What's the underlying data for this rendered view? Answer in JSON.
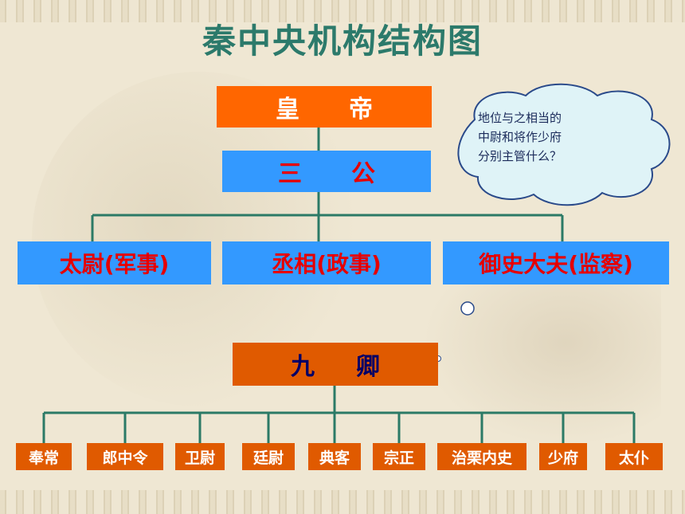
{
  "title": "秦中央机构结构图",
  "emperor": "皇帝",
  "sangong": "三公",
  "gong": [
    "太尉(军事)",
    "丞相(政事)",
    "御史大夫(监察)"
  ],
  "jiuqing": "九卿",
  "qing": [
    "奉常",
    "郎中令",
    "卫尉",
    "廷尉",
    "典客",
    "宗正",
    "治栗内史",
    "少府",
    "太仆"
  ],
  "bubble": [
    "地位与之相当的",
    "中尉和将作少府",
    "分别主管什么？"
  ],
  "colors": {
    "title": "#2c7a6b",
    "emperor_bg": "#ff6600",
    "blue_bg": "#3399ff",
    "red_text": "#e60000",
    "orange_bg": "#e05a00",
    "navy_text": "#000066",
    "line": "#2b7a66",
    "bubble_bg": "#dff3f7",
    "bubble_stroke": "#2a4a8a"
  }
}
